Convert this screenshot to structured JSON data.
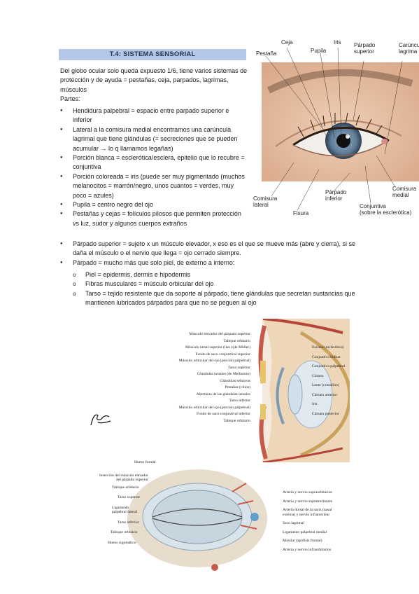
{
  "title": "T.4: SISTEMA SENSORIAL",
  "intro": "Del globo ocular solo queda expuesto 1/6, tiene varios sistemas de protección y de ayuda = pestañas, ceja, parpados, lagrimas, músculos",
  "partes_label": "Partes:",
  "bullets_narrow": [
    "Hendidura palpebral = espacio entre parpado superior e inferior",
    "Lateral a la comisura medial encontramos una carúncula lagrimal que tiene glándulas (= secreciones que se pueden acumular → lo q llamamos legañas)",
    "Porción blanca = esclerótica/esclera, epitelio que lo recubre = conjuntiva",
    "Porción coloreada = iris (puede ser muy pigmentado (muchos melanocitos = marrón/negro, unos cuantos = verdes, muy poco = azules)",
    "Pupila = centro negro del ojo",
    "Pestañas y cejas = folículos pilosos que permiten protección vs luz, sudor y algunos cuerpos extraños"
  ],
  "bullets_wide": [
    "Párpado superior = sujeto x un músculo elevador, x eso es el que se mueve más (abre y cierra), si se daña el músculo o el nervio que llega = ojo cerrado siempre.",
    "Párpado = mucho más que solo piel, de externo a interno:"
  ],
  "sub_bullets": [
    "Piel = epidermis, dermis e hipodermis",
    "Fibras musculares = músculo orbicular del ojo",
    "Tarso = tejido resistente que da soporte al párpado, tiene glándulas que secretan sustancias que mantienen lubricados párpados para que no se peguen al ojo"
  ],
  "eye_labels": {
    "ceja": "Ceja",
    "iris": "Iris",
    "pestana": "Pestaña",
    "pupila": "Pupila",
    "parpado_superior": "Párpado\nsuperior",
    "caruncula": "Carúncu\nlagrima",
    "comisura_medial": "Comisura\nmedial",
    "comisura_lateral": "Comisura\nlateral",
    "fisura": "Fisura",
    "parpado_inferior": "Párpado\ninferior",
    "conjuntiva": "Conjuntiva\n(sobre la esclerótica)"
  },
  "section_labels_left": [
    "Músculo elevador del párpado superior",
    "Tabique orbitario",
    "Músculo tarsal superior (liso) (de Müller)",
    "Fondo de saco conjuntival superior",
    "Músculo orbicular del ojo (porción palpebral)",
    "Tarso superior",
    "Glándulas tarsales (de Meibomio)",
    "Glándulas sebáceas",
    "Pestañas (cilios)",
    "Aberturas de las glándulas tarsales",
    "Tarso inferior",
    "Músculo orbicular del ojo (porción palpebral)",
    "Fondo de saco conjuntival inferior",
    "Tabique orbitario"
  ],
  "section_labels_right": [
    "Esclera (esclerótica)",
    "Conjuntiva bulbar",
    "Conjuntiva palpebral",
    "Córnea",
    "Lente (cristalino)",
    "Cámara anterior",
    "Iris",
    "Cámara posterior"
  ],
  "front_labels_left": [
    "Hueso frontal",
    "Inserción del músculo elevador\ndel párpado superior",
    "Tabique orbitario",
    "Tarso superior",
    "Ligamento\npalpebral lateral",
    "Tarso inferior",
    "Tabique orbitario",
    "Hueso cigomático"
  ],
  "front_labels_right": [
    "Arteria y nervio supraorbitarios",
    "Arteria y nervio supratrocleares",
    "Arteria dorsal de la nariz (nasal\nexterna) y nervio infratroclear",
    "Saco lagrimal",
    "Ligamento palpebral medial",
    "Maxilar (apófisis frontal)",
    "Arteria y nervio infraorbitarios"
  ],
  "colors": {
    "title_bg": "#b4c7e7",
    "iris": "#6f8aa3",
    "skin": "#e8c4a8",
    "muscle": "#c55a4a"
  }
}
